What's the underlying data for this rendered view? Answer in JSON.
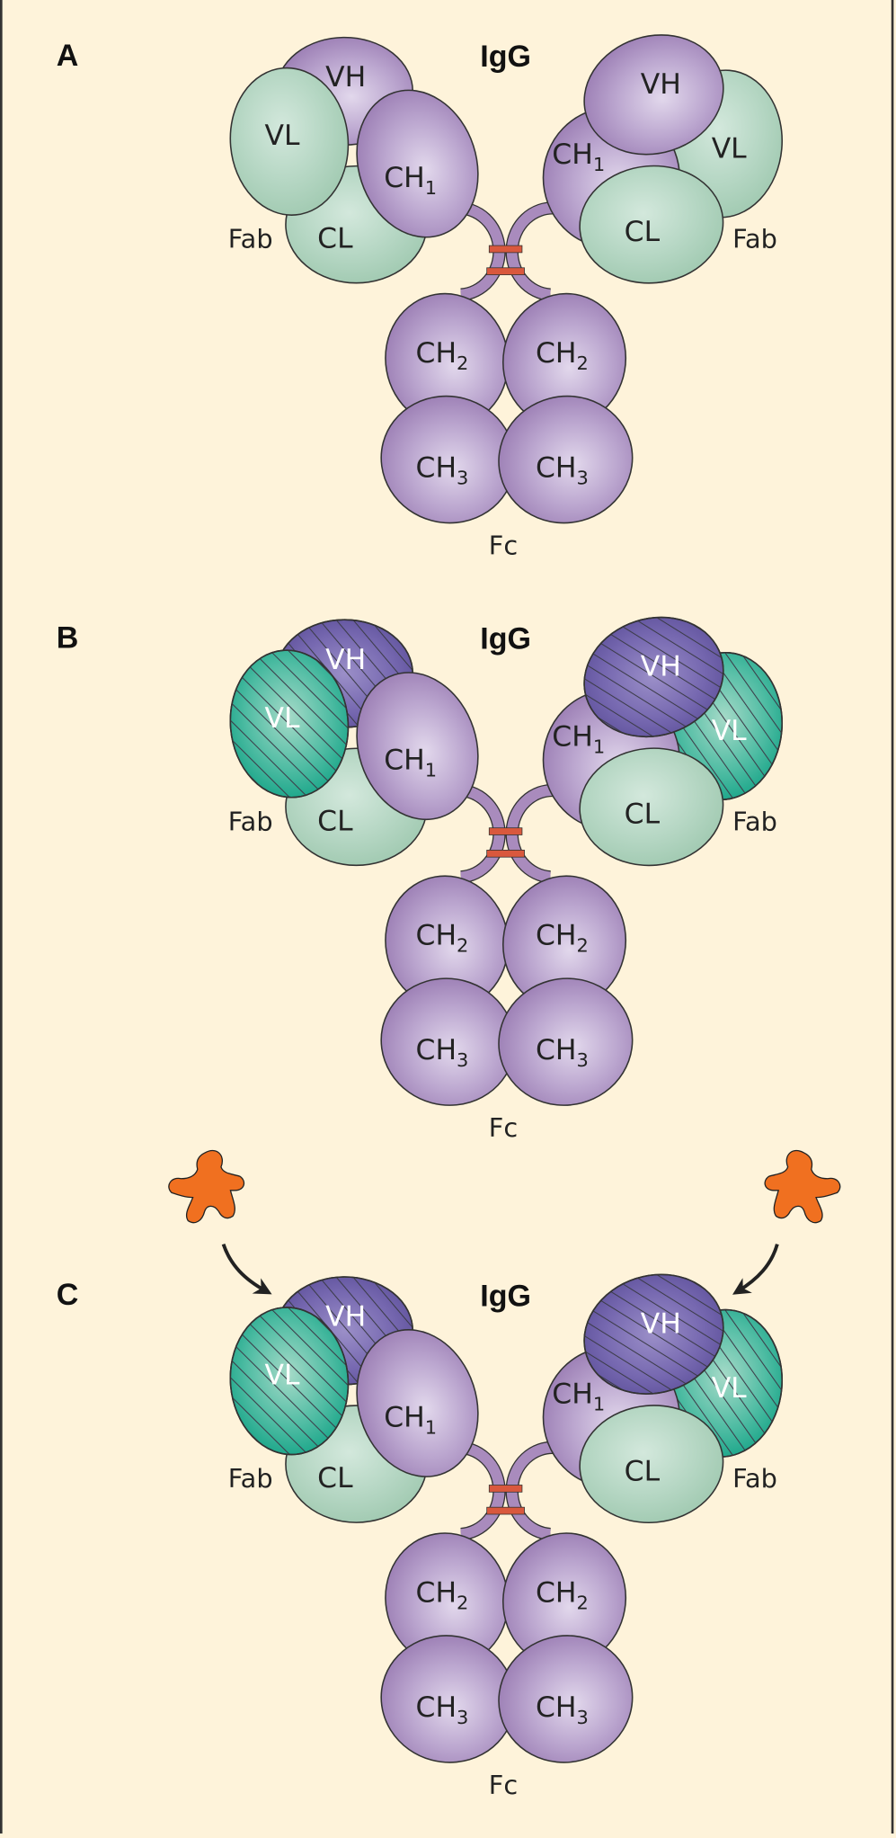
{
  "figure": {
    "colors": {
      "background": "#fef3da",
      "heavy_constant": "#a98bbd",
      "light_constant": "#b4d6c2",
      "heavy_variable_modified": "#6c5fa6",
      "light_variable_modified": "#2fb39a",
      "disulfide_bond": "#d9583d",
      "antigen": "#f07020",
      "outline": "#333333"
    },
    "panels": [
      {
        "letter": "A",
        "title": "IgG",
        "left_fab": {
          "vh": "VH",
          "vl": "VL",
          "ch1": "CH",
          "ch1_sub": "1",
          "cl": "CL",
          "fab": "Fab"
        },
        "right_fab": {
          "vh": "VH",
          "vl": "VL",
          "ch1": "CH",
          "ch1_sub": "1",
          "cl": "CL",
          "fab": "Fab"
        },
        "fc": {
          "ch2_left": "CH",
          "ch2_left_sub": "2",
          "ch2_right": "CH",
          "ch2_right_sub": "2",
          "ch3_left": "CH",
          "ch3_left_sub": "3",
          "ch3_right": "CH",
          "ch3_right_sub": "3",
          "label": "Fc"
        },
        "variable_domains_modified": false,
        "antigens_shown": false
      },
      {
        "letter": "B",
        "title": "IgG",
        "left_fab": {
          "vh": "VH",
          "vl": "VL",
          "ch1": "CH",
          "ch1_sub": "1",
          "cl": "CL",
          "fab": "Fab"
        },
        "right_fab": {
          "vh": "VH",
          "vl": "VL",
          "ch1": "CH",
          "ch1_sub": "1",
          "cl": "CL",
          "fab": "Fab"
        },
        "fc": {
          "ch2_left": "CH",
          "ch2_left_sub": "2",
          "ch2_right": "CH",
          "ch2_right_sub": "2",
          "ch3_left": "CH",
          "ch3_left_sub": "3",
          "ch3_right": "CH",
          "ch3_right_sub": "3",
          "label": "Fc"
        },
        "variable_domains_modified": true,
        "antigens_shown": false
      },
      {
        "letter": "C",
        "title": "IgG",
        "left_fab": {
          "vh": "VH",
          "vl": "VL",
          "ch1": "CH",
          "ch1_sub": "1",
          "cl": "CL",
          "fab": "Fab"
        },
        "right_fab": {
          "vh": "VH",
          "vl": "VL",
          "ch1": "CH",
          "ch1_sub": "1",
          "cl": "CL",
          "fab": "Fab"
        },
        "fc": {
          "ch2_left": "CH",
          "ch2_left_sub": "2",
          "ch2_right": "CH",
          "ch2_right_sub": "2",
          "ch3_left": "CH",
          "ch3_left_sub": "3",
          "ch3_right": "CH",
          "ch3_right_sub": "3",
          "label": "Fc"
        },
        "variable_domains_modified": true,
        "antigens_shown": true,
        "antigen_count": 2
      }
    ]
  }
}
